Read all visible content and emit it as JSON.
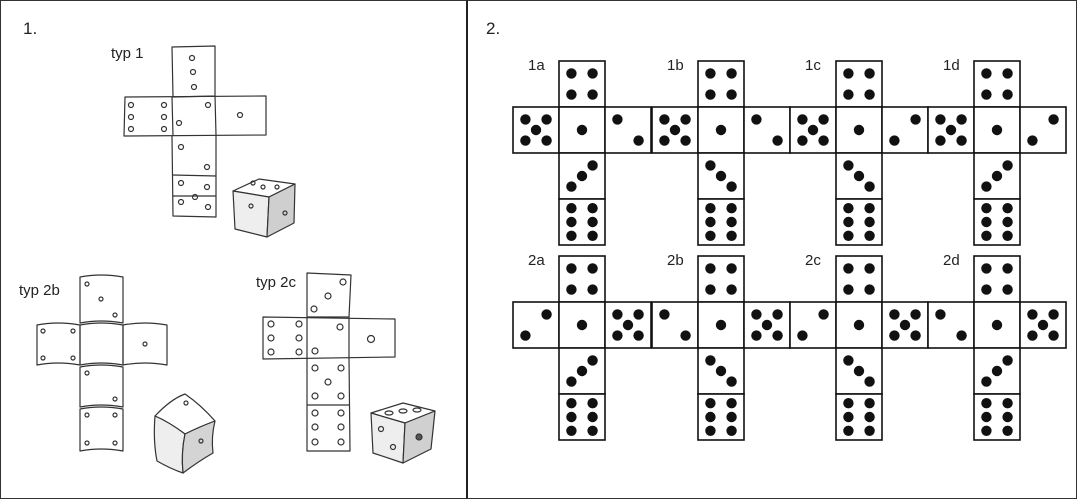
{
  "panel1": {
    "number": "1.",
    "labels": {
      "typ1": "typ 1",
      "typ2b": "typ 2b",
      "typ2c": "typ 2c"
    }
  },
  "panel2": {
    "number": "2.",
    "nets": [
      {
        "label": "1a"
      },
      {
        "label": "1b"
      },
      {
        "label": "1c"
      },
      {
        "label": "1d"
      },
      {
        "label": "2a"
      },
      {
        "label": "2b"
      },
      {
        "label": "2c"
      },
      {
        "label": "2d"
      }
    ]
  },
  "colors": {
    "ink": "#222222",
    "border": "#333333",
    "shade": "#d8d8d8"
  }
}
